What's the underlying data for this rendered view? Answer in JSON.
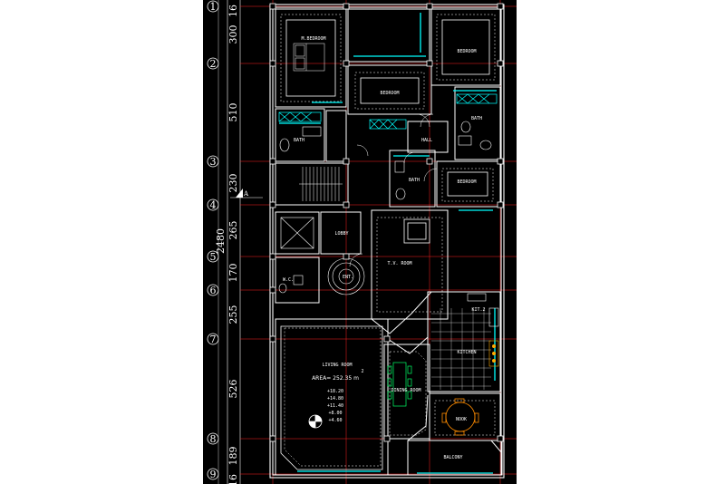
{
  "axes": [
    "1",
    "2",
    "3",
    "4",
    "5",
    "6",
    "7",
    "8",
    "9"
  ],
  "dimensions": {
    "segments": [
      "300",
      "510",
      "230",
      "265",
      "170",
      "255",
      "526",
      "189"
    ],
    "total": "2480",
    "top_fragment": "16",
    "bottom_fragment": "16"
  },
  "section_marker": "A",
  "rooms": {
    "m_bedroom": "M.BEDROOM",
    "bedroom_top_mid": "BEDROOM",
    "bedroom_top_right": "BEDROOM",
    "bedroom_right": "BEDROOM",
    "bath_left": "BATH",
    "bath_mid": "BATH",
    "bath_right": "BATH",
    "hall": "HALL",
    "lobby": "LOBBY",
    "tv_room": "T.V. ROOM",
    "wc": "W.C.",
    "entrance": "ENT.",
    "kitchen": "KITCHEN",
    "kit": "KIT.2",
    "living_room": "LIVING ROOM",
    "dining_room": "DINING ROOM",
    "nook": "NOOK",
    "balcony": "BALCONY"
  },
  "living_area": "AREA= 252.35 m",
  "area_superscript": "2",
  "levels": [
    "+18.20",
    "+14.80",
    "+11.40",
    "+8.00",
    "+4.60"
  ],
  "colors": {
    "background": "#000000",
    "walls": "#ffffff",
    "axis_lines": "#ff2020",
    "windows": "#00ffff",
    "furniture": "#ffffff",
    "dashed": "#ffffff"
  }
}
